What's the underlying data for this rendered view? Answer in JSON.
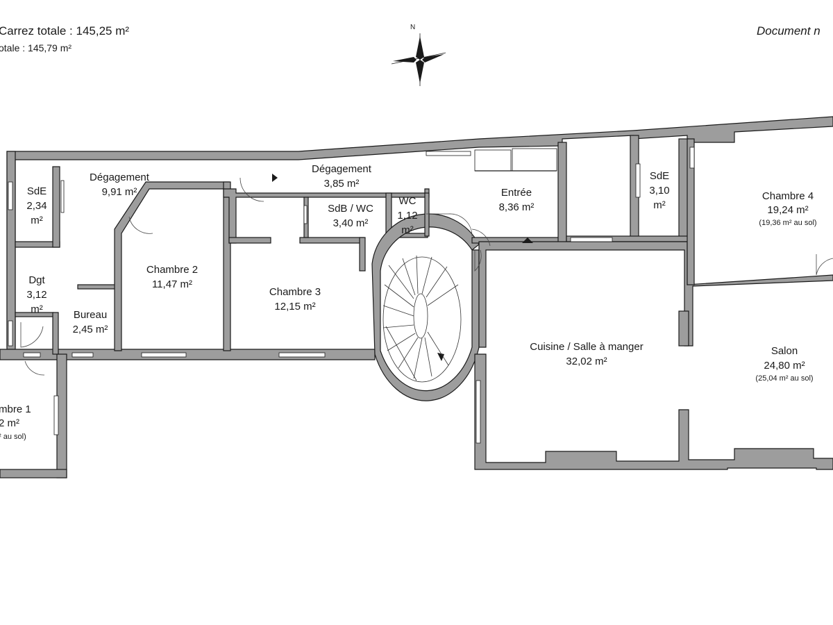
{
  "header": {
    "surface_carrez": "Carrez totale :  145,25 m²",
    "surface_totale": "otale :  145,79 m²",
    "document_note": "Document n"
  },
  "compass": {
    "label": "N"
  },
  "rooms": {
    "sde_left": {
      "name": "SdE",
      "area1": "2,34",
      "area2": "m²"
    },
    "degagement_1": {
      "name": "Dégagement",
      "area": "9,91 m²"
    },
    "degagement_2": {
      "name": "Dégagement",
      "area": "3,85 m²"
    },
    "sdb_wc": {
      "name": "SdB / WC",
      "area": "3,40 m²"
    },
    "wc": {
      "name": "WC",
      "area1": "1,12",
      "area2": "m²"
    },
    "entree": {
      "name": "Entrée",
      "area": "8,36 m²"
    },
    "sde_right": {
      "name": "SdE",
      "area1": "3,10",
      "area2": "m²"
    },
    "chambre_4": {
      "name": "Chambre 4",
      "area": "19,24 m²",
      "note": "(19,36 m² au sol)"
    },
    "dgt": {
      "name": "Dgt",
      "area1": "3,12",
      "area2": "m²"
    },
    "chambre_2": {
      "name": "Chambre 2",
      "area": "11,47 m²"
    },
    "chambre_3": {
      "name": "Chambre 3",
      "area": "12,15 m²"
    },
    "bureau": {
      "name": "Bureau",
      "area": "2,45 m²"
    },
    "cuisine": {
      "name": "Cuisine / Salle à manger",
      "area": "32,02 m²"
    },
    "salon": {
      "name": "Salon",
      "area": "24,80 m²",
      "note": "(25,04 m² au sol)"
    },
    "chambre_1": {
      "name": "mbre 1",
      "area": "2 m²",
      "note": "² au sol)"
    }
  }
}
